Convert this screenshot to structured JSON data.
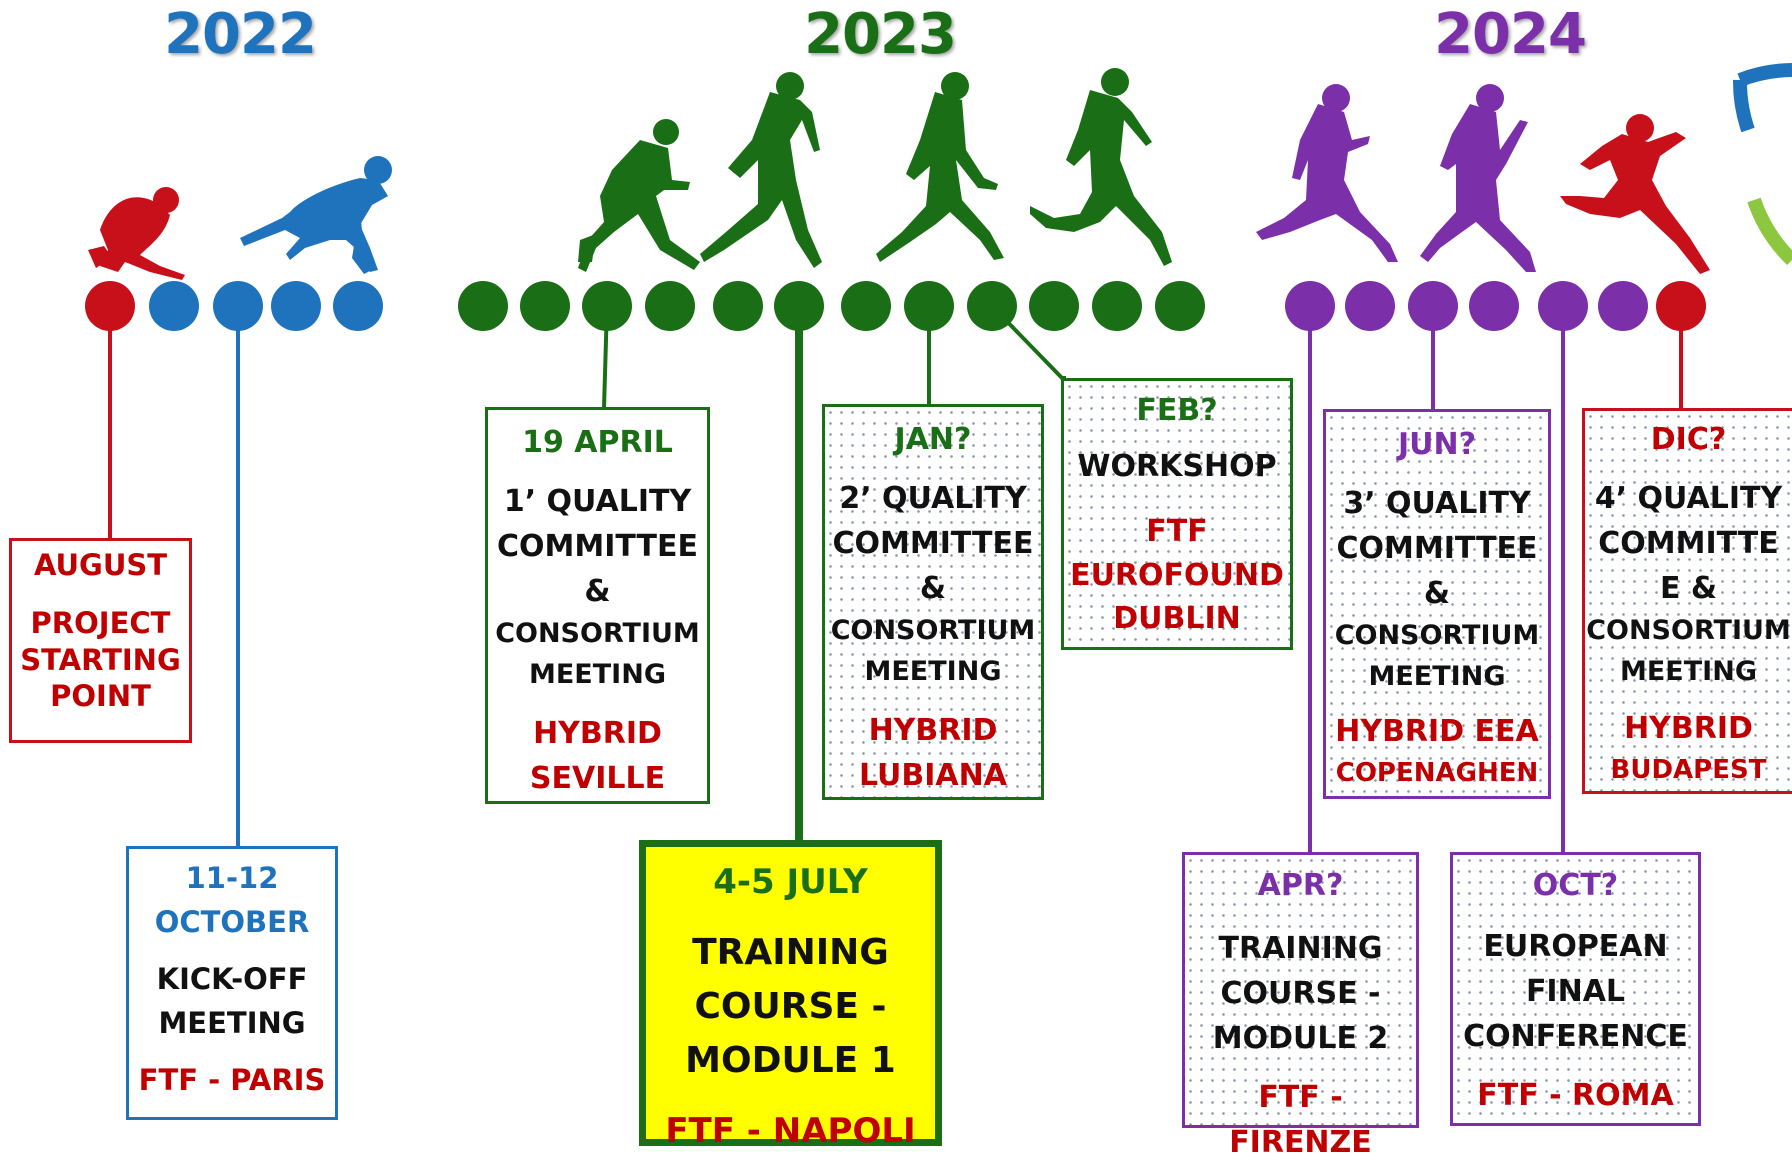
{
  "colors": {
    "red": "#c8101a",
    "blue": "#1f73bd",
    "green": "#1a6f16",
    "purple": "#7b2fa8",
    "yellow": "#ffff00"
  },
  "years": {
    "y2022": "2022",
    "y2023": "2023",
    "y2024": "2024"
  },
  "events": {
    "august": {
      "date": "AUGUST",
      "l1": "PROJECT",
      "l2": "STARTING",
      "l3": "POINT"
    },
    "october": {
      "date1": "11-12",
      "date2": "OCTOBER",
      "t1": "KICK-OFF",
      "t2": "MEETING",
      "loc": "FTF - PARIS"
    },
    "april": {
      "date": "19 APRIL",
      "t1": "1’ QUALITY",
      "t2": "COMMITTEE",
      "t3": "&",
      "t4": "CONSORTIUM",
      "t5": "MEETING",
      "loc1": "HYBRID",
      "loc2": "SEVILLE"
    },
    "july": {
      "date": "4-5 JULY",
      "t1": "TRAINING",
      "t2": "COURSE -",
      "t3": "MODULE 1",
      "loc": "FTF - NAPOLI"
    },
    "jan": {
      "date": "JAN?",
      "t1": "2’ QUALITY",
      "t2": "COMMITTEE",
      "t3": "&",
      "t4": "CONSORTIUM",
      "t5": "MEETING",
      "loc1": "HYBRID",
      "loc2": "LUBIANA"
    },
    "feb": {
      "date": "FEB?",
      "t1": "WORKSHOP",
      "loc1": "FTF",
      "loc2": "EUROFOUND",
      "loc3": "DUBLIN"
    },
    "apr": {
      "date": "APR?",
      "t1": "TRAINING",
      "t2": "COURSE -",
      "t3": "MODULE 2",
      "loc": "FTF - FIRENZE"
    },
    "jun": {
      "date": "JUN?",
      "t1": "3’ QUALITY",
      "t2": "COMMITTEE",
      "t3": "&",
      "t4": "CONSORTIUM",
      "t5": "MEETING",
      "loc1": "HYBRID EEA",
      "loc2": "COPENAGHEN"
    },
    "oct": {
      "date": "OCT?",
      "t1": "EUROPEAN",
      "t2": "FINAL",
      "t3": "CONFERENCE",
      "loc": "FTF - ROMA"
    },
    "dic": {
      "date": "DIC?",
      "t1": "4’ QUALITY",
      "t2": "COMMITTE",
      "t3": "E &",
      "t4": "CONSORTIUM",
      "t5": "MEETING",
      "loc1": "HYBRID",
      "loc2": "BUDAPEST"
    }
  },
  "figures": [
    "crouching-runner-icon",
    "starting-block-runner-icon",
    "running-figure-icon"
  ]
}
